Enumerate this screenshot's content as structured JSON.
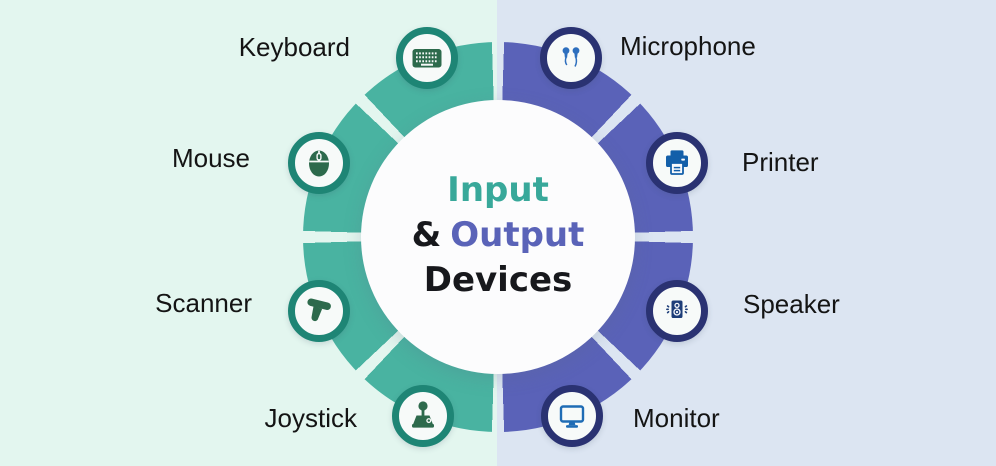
{
  "title": {
    "input": "Input",
    "ampersand": "&",
    "output": "Output",
    "devices": "Devices"
  },
  "input_devices": [
    {
      "label": "Keyboard",
      "icon": "keyboard-icon"
    },
    {
      "label": "Mouse",
      "icon": "mouse-icon"
    },
    {
      "label": "Scanner",
      "icon": "scanner-icon"
    },
    {
      "label": "Joystick",
      "icon": "joystick-icon"
    }
  ],
  "output_devices": [
    {
      "label": "Microphone",
      "icon": "earbuds-icon"
    },
    {
      "label": "Printer",
      "icon": "printer-icon"
    },
    {
      "label": "Speaker",
      "icon": "speaker-icon"
    },
    {
      "label": "Monitor",
      "icon": "monitor-icon"
    }
  ],
  "colors": {
    "left_background": "#e3f6ef",
    "right_background": "#dce5f2",
    "input_ring_segment": "#49b3a1",
    "output_ring_segment": "#5a62b8",
    "input_icon_ring": "#1e8575",
    "input_icon_green": "#2d6a4c",
    "output_icon_ring": "#2a3272",
    "earbuds_blue": "#2e6fbe",
    "printer_blue": "#135fa9",
    "speaker_navy": "#1d3d78",
    "monitor_blue": "#1f6cb5",
    "title_input_color": "#38a89a",
    "title_output_color": "#5a63b8",
    "title_dark_color": "#17181c",
    "label_color": "#141414",
    "center_circle": "#fcfcfd"
  }
}
